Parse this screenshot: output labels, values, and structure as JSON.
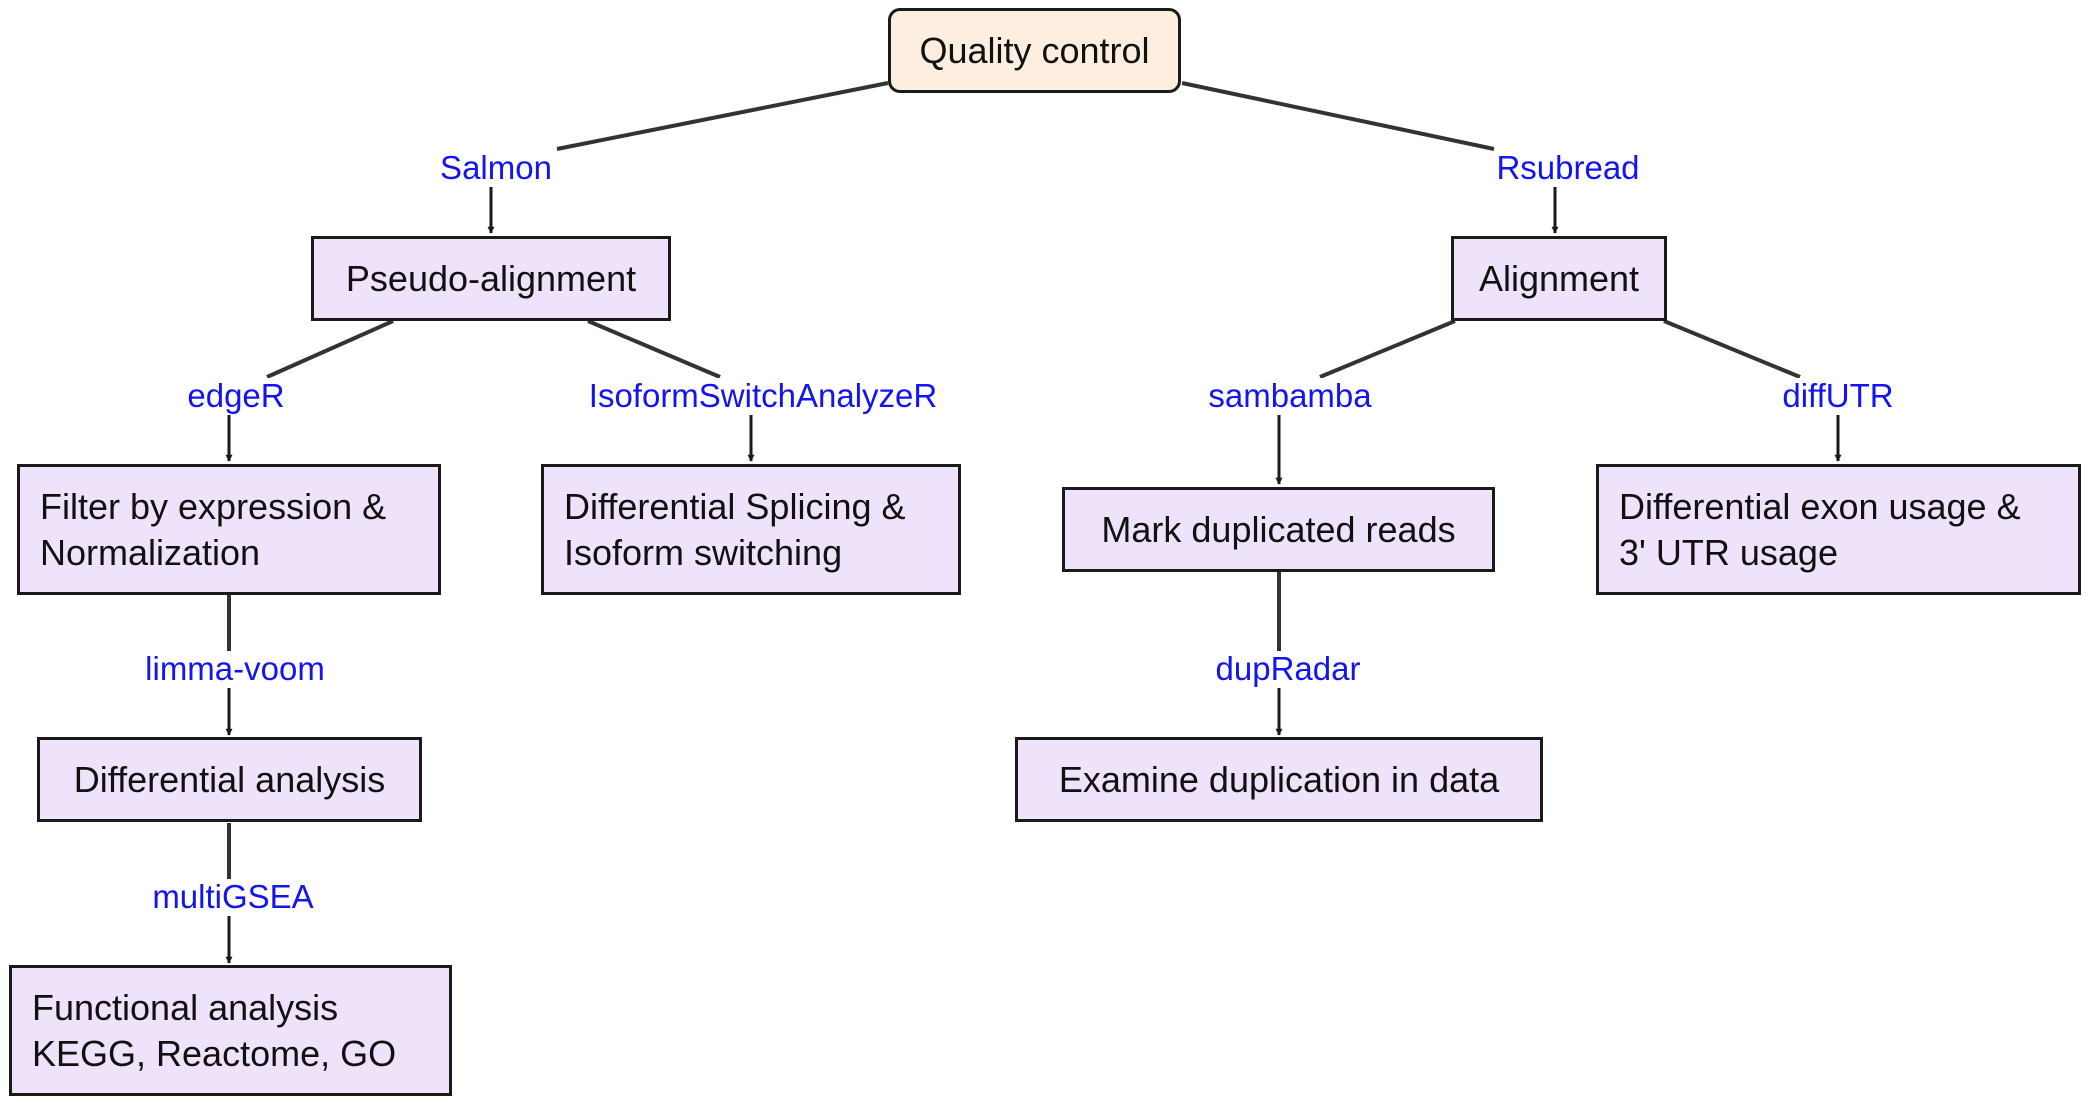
{
  "colors": {
    "root_fill": "#fdeee0",
    "node_fill": "#efe3fb",
    "border": "#1a1a1a",
    "edge": "#333333",
    "tool_label": "#1414ee"
  },
  "nodes": {
    "quality_control": {
      "lines": [
        "Quality control"
      ]
    },
    "pseudo_alignment": {
      "lines": [
        "Pseudo-alignment"
      ]
    },
    "alignment": {
      "lines": [
        "Alignment"
      ]
    },
    "filter_normalization": {
      "lines": [
        "Filter by expression &",
        "Normalization"
      ]
    },
    "differential_splicing": {
      "lines": [
        "Differential Splicing &",
        "Isoform switching"
      ]
    },
    "mark_duplicated": {
      "lines": [
        "Mark duplicated reads"
      ]
    },
    "differential_exon": {
      "lines": [
        "Differential exon usage &",
        "3' UTR usage"
      ]
    },
    "differential_analysis": {
      "lines": [
        "Differential analysis"
      ]
    },
    "examine_duplication": {
      "lines": [
        "Examine duplication in data"
      ]
    },
    "functional_analysis": {
      "lines": [
        "Functional analysis",
        "KEGG, Reactome, GO"
      ]
    }
  },
  "edges": [
    {
      "from": "quality_control",
      "to": "pseudo_alignment",
      "tool": "Salmon"
    },
    {
      "from": "quality_control",
      "to": "alignment",
      "tool": "Rsubread"
    },
    {
      "from": "pseudo_alignment",
      "to": "filter_normalization",
      "tool": "edgeR"
    },
    {
      "from": "pseudo_alignment",
      "to": "differential_splicing",
      "tool": "IsoformSwitchAnalyzeR"
    },
    {
      "from": "alignment",
      "to": "mark_duplicated",
      "tool": "sambamba"
    },
    {
      "from": "alignment",
      "to": "differential_exon",
      "tool": "diffUTR"
    },
    {
      "from": "filter_normalization",
      "to": "differential_analysis",
      "tool": "limma-voom"
    },
    {
      "from": "mark_duplicated",
      "to": "examine_duplication",
      "tool": "dupRadar"
    },
    {
      "from": "differential_analysis",
      "to": "functional_analysis",
      "tool": "multiGSEA"
    }
  ]
}
